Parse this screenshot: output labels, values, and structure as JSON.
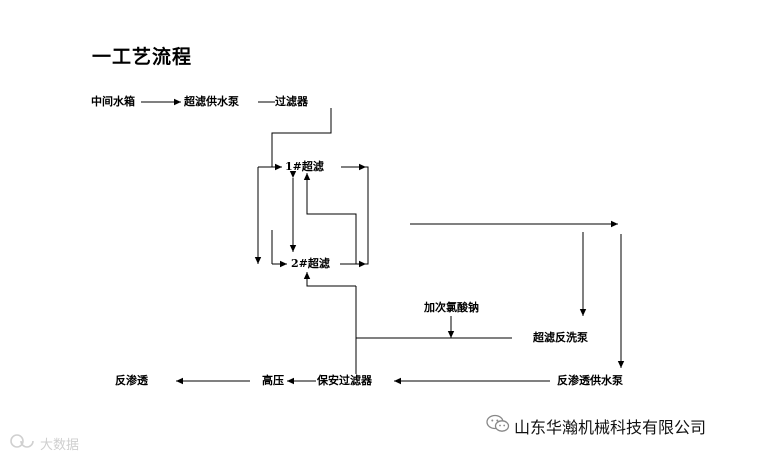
{
  "title": "一工艺流程",
  "nodes": {
    "tank": "中间水箱",
    "uf_pump": "超滤供水泵",
    "filter": "过滤器",
    "uf1": "1#超滤",
    "uf2": "2#超滤",
    "naclo": "加次氯酸钠",
    "backwash_pump": "超滤反洗泵",
    "ro_pump": "反渗透供水泵",
    "security_filter": "保安过滤器",
    "high_pressure": "高压",
    "ro": "反渗透"
  },
  "watermark": {
    "company": "山东华瀚机械科技有限公司",
    "left_text": "大数据"
  }
}
